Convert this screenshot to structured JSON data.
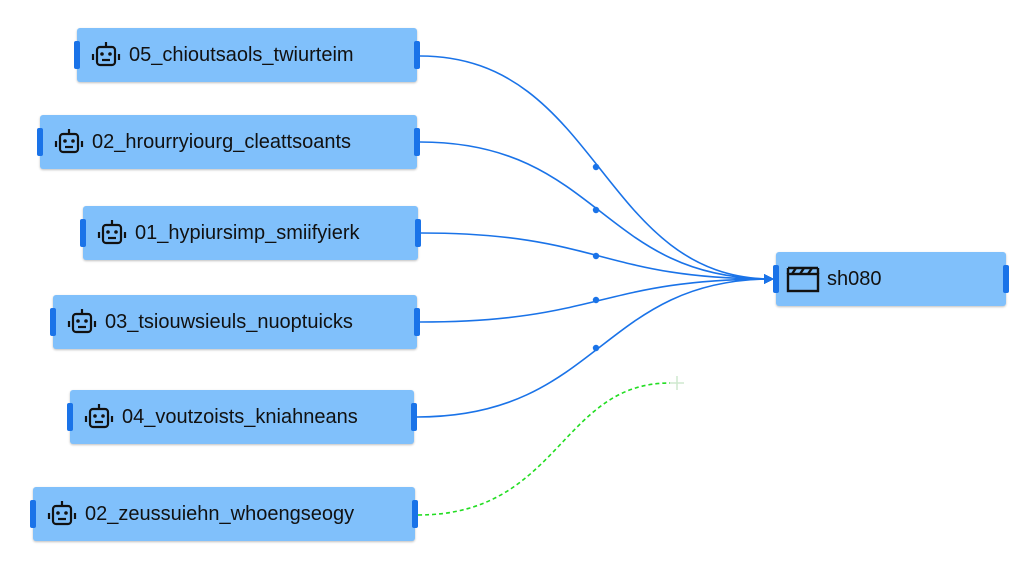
{
  "sources": [
    {
      "label": "05_chioutsaols_twiurteim",
      "icon": "robot-icon"
    },
    {
      "label": "02_hrourryiourg_cleattsoants",
      "icon": "robot-icon"
    },
    {
      "label": "01_hypiursimp_smiifyierk",
      "icon": "robot-icon"
    },
    {
      "label": "03_tsiouwsieuls_nuoptuicks",
      "icon": "robot-icon"
    },
    {
      "label": "04_voutzoists_kniahneans",
      "icon": "robot-icon"
    },
    {
      "label": "02_zeussuiehn_whoengseogy",
      "icon": "robot-icon"
    }
  ],
  "target": {
    "label": "sh080",
    "icon": "clapperboard-icon"
  },
  "colors": {
    "node": "#80c0fb",
    "edge": "#1a73e8",
    "pending_edge": "#22dd22",
    "handle": "#1a73e8"
  }
}
